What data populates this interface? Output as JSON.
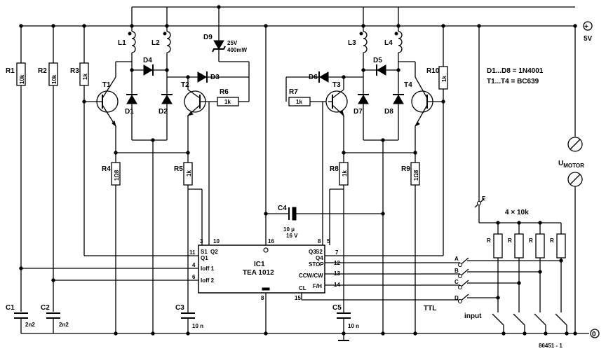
{
  "supply": {
    "plus": "+",
    "label": "5V",
    "ground": "0"
  },
  "motor": {
    "u": "U",
    "sub": "MOTOR"
  },
  "notes": {
    "diodes": "D1...D8 = 1N4001",
    "transistors": "T1...T4 = BC639"
  },
  "resistors": {
    "R1": {
      "name": "R1",
      "value": "10k"
    },
    "R2": {
      "name": "R2",
      "value": "10k"
    },
    "R3": {
      "name": "R3",
      "value": "1k"
    },
    "R4": {
      "name": "R4",
      "value": "1Ω8"
    },
    "R5": {
      "name": "R5",
      "value": "1k"
    },
    "R6": {
      "name": "R6",
      "value": "1k"
    },
    "R7": {
      "name": "R7",
      "value": "1k"
    },
    "R8": {
      "name": "R8",
      "value": "1k"
    },
    "R9": {
      "name": "R9",
      "value": "1Ω8"
    },
    "R10": {
      "name": "R10",
      "value": "1k"
    }
  },
  "capacitors": {
    "C1": {
      "name": "C1",
      "value": "2n2"
    },
    "C2": {
      "name": "C2",
      "value": "2n2"
    },
    "C3": {
      "name": "C3",
      "value": "10 n"
    },
    "C4": {
      "name": "C4",
      "value": "10 μ",
      "voltage": "16 V"
    },
    "C5": {
      "name": "C5",
      "value": "10 n"
    }
  },
  "diodes": [
    "D1",
    "D2",
    "D3",
    "D4",
    "D5",
    "D6",
    "D7",
    "D8"
  ],
  "zener": {
    "name": "D9",
    "value": "25V",
    "power": "400mW"
  },
  "transistors": [
    "T1",
    "T2",
    "T3",
    "T4"
  ],
  "coils": [
    "L1",
    "L2",
    "L3",
    "L4"
  ],
  "ic": {
    "name": "IC1",
    "part": "TEA 1012",
    "pin_labels": [
      "S1",
      "Q1",
      "Q2",
      "S2",
      "Q3",
      "Q4",
      "Ioff 1",
      "Ioff 2",
      "STOP",
      "CCW/CW",
      "F/H",
      "CL"
    ],
    "pin_numbers": [
      "3",
      "10",
      "16",
      "8",
      "5",
      "11",
      "7",
      "4",
      "12",
      "6",
      "13",
      "14",
      "15",
      "8"
    ]
  },
  "pullups": {
    "label": "4 × 10k",
    "r": "R"
  },
  "inputs": {
    "letters": [
      "A",
      "B",
      "C",
      "D",
      "E"
    ],
    "ttl": "TTL",
    "input": "input"
  },
  "figure_id": "86451 - 1"
}
